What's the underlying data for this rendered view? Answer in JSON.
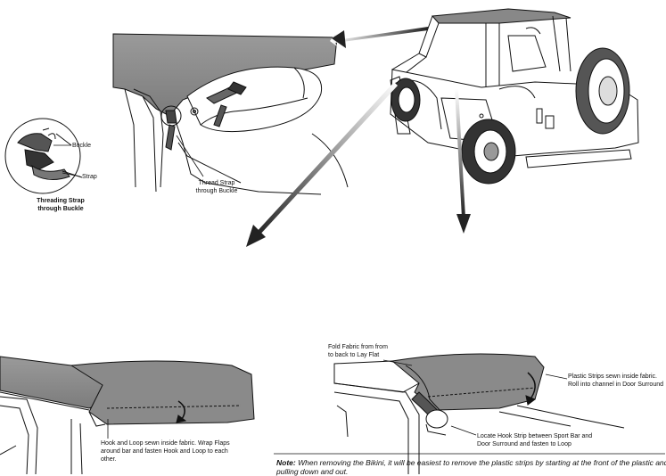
{
  "labels": {
    "buckle": "Buckle",
    "strap": "Strap",
    "threading_strap": "Threading Strap\nthrough Buckle",
    "thread_strap": "Thread Strap\nthrough Buckle",
    "hook_loop": "Hook and Loop sewn inside fabric. Wrap Flaps around bar and fasten Hook and Loop to each other.",
    "fold_fabric": "Fold Fabric from from to back to Lay Flat",
    "plastic_strips": "Plastic Strips sewn inside fabric. Roll into channel in Door Surround",
    "locate_hook": "Locate Hook Strip between Sport Bar and Door Surround and fasten to Loop"
  },
  "note": {
    "prefix": "Note:",
    "text": "When removing the Bikini, it will be easiest to remove the plastic strips by starting at the front of the plastic and pulling down and out."
  },
  "colors": {
    "fabric": "#8a8a8a",
    "fabric_dark": "#6f6f6f",
    "line": "#111111",
    "arrow": "#2a2a2a"
  }
}
